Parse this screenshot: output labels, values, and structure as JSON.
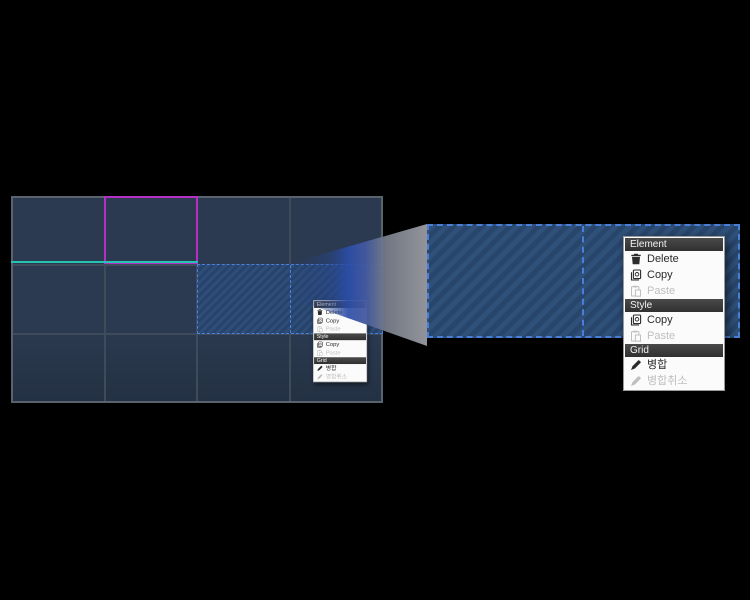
{
  "context_menu": {
    "sections": [
      {
        "header": "Element",
        "items": [
          {
            "label": "Delete",
            "icon": "trash-icon",
            "enabled": true
          },
          {
            "label": "Copy",
            "icon": "copy-icon",
            "enabled": true
          },
          {
            "label": "Paste",
            "icon": "paste-icon",
            "enabled": false
          }
        ]
      },
      {
        "header": "Style",
        "items": [
          {
            "label": "Copy",
            "icon": "copy-icon",
            "enabled": true
          },
          {
            "label": "Paste",
            "icon": "paste-icon",
            "enabled": false
          }
        ]
      },
      {
        "header": "Grid",
        "items": [
          {
            "label": "병합",
            "icon": "merge-pen-icon",
            "enabled": true
          },
          {
            "label": "병합취소",
            "icon": "merge-pen-icon",
            "enabled": false
          }
        ]
      }
    ]
  },
  "grid": {
    "columns": 4,
    "rows": 3,
    "selected_cells": 2,
    "highlights": [
      "magenta-cell-border",
      "cyan-row-line",
      "dashed-selection"
    ]
  },
  "colors": {
    "background": "#000000",
    "cell_fill": "#2b3a50",
    "grid_line": "#3f4a5b",
    "grid_border": "#59636e",
    "highlight_magenta": "#b231c4",
    "highlight_cyan": "#26c2b2",
    "selection_dash": "#4a82dd",
    "stripe_light": "#2f5078",
    "stripe_dark": "#28456b",
    "beam_blue": "#2b4da8",
    "beam_gray": "#96989e",
    "menu_bg": "#fbfbfb",
    "menu_header_bg": "#3a3a3a"
  }
}
